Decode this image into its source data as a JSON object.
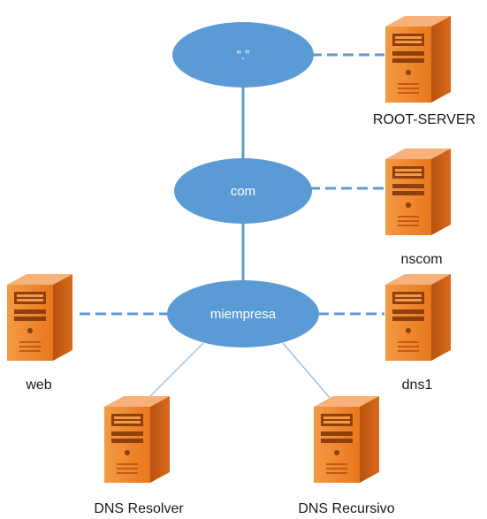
{
  "nodes": {
    "root": {
      "label": "“.”"
    },
    "com": {
      "label": "com"
    },
    "miempresa": {
      "label": "miempresa"
    }
  },
  "servers": {
    "root_server": {
      "label": "ROOT-SERVER"
    },
    "nscom": {
      "label": "nscom"
    },
    "web": {
      "label": "web"
    },
    "dns1": {
      "label": "dns1"
    },
    "dns_resolver": {
      "label": "DNS Resolver"
    },
    "dns_recursivo": {
      "label": "DNS Recursivo"
    }
  },
  "icons": {
    "server": "server-tower-icon"
  },
  "colors": {
    "ellipse_fill": "#5b9bd5",
    "ellipse_text": "#ffffff",
    "link_solid": "#5b9bd5",
    "link_dashed": "#5b9bd5",
    "link_thin": "#9dc3e6",
    "server_front": "#f08a2c",
    "server_side": "#c25a12",
    "server_top": "#f6b27a",
    "server_panel": "#8e3f0c",
    "label_text": "#1a1a1a"
  }
}
